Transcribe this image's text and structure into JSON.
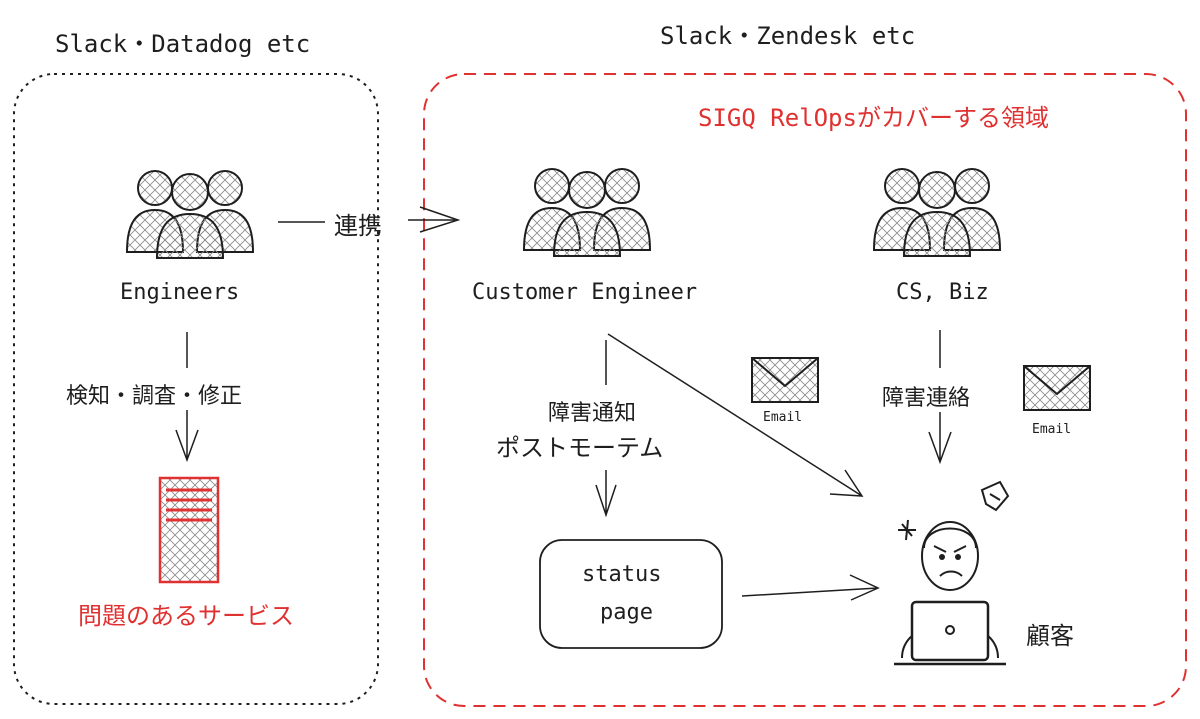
{
  "headers": {
    "left": "Slack・Datadog etc",
    "right": "Slack・Zendesk etc"
  },
  "zone_label": "SIGQ RelOpsがカバーする領域",
  "actors": {
    "engineers": "Engineers",
    "customer_engineer": "Customer Engineer",
    "cs_biz": "CS, Biz",
    "customer": "顧客"
  },
  "edges": {
    "link": "連携",
    "detect": "検知・調査・修正",
    "notify_line1": "障害通知",
    "notify_line2": "ポストモーテム",
    "contact": "障害連絡"
  },
  "service_label": "問題のあるサービス",
  "status_page": {
    "line1": "status",
    "line2": "page"
  },
  "email_labels": [
    "Email",
    "Email"
  ],
  "colors": {
    "accent_red": "#e03131",
    "stroke": "#1e1e1e"
  }
}
